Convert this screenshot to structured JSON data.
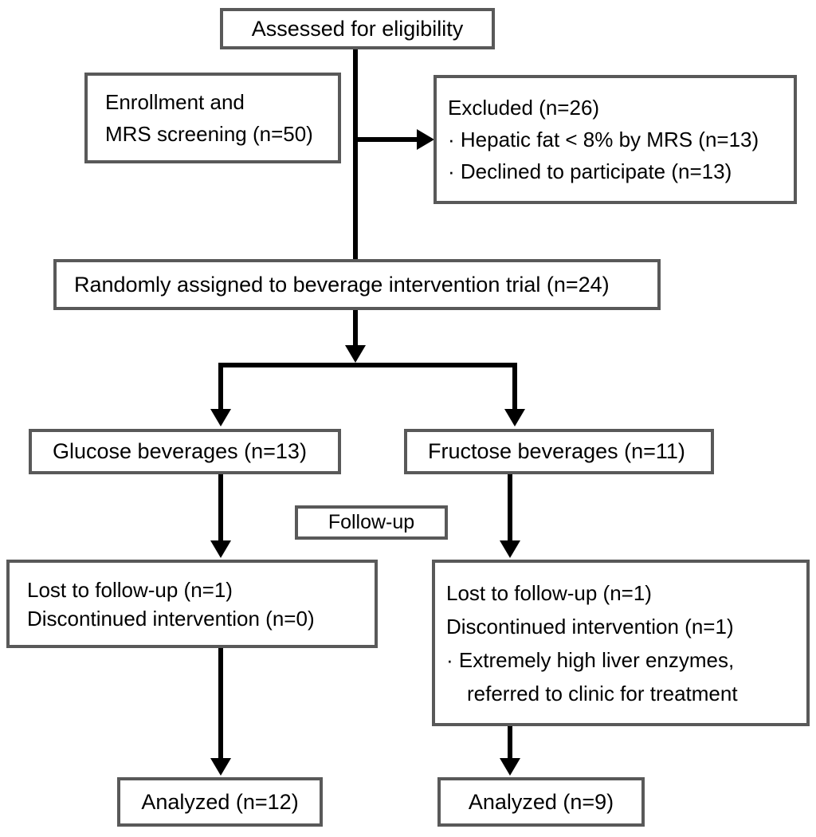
{
  "diagram": {
    "title": "CONSORT participant flow diagram",
    "border_color": "#595959",
    "line_color": "#000000",
    "background": "#ffffff",
    "boxes": {
      "assessed": {
        "line1": "Assessed for eligibility"
      },
      "enrollment": {
        "line1": "Enrollment and",
        "line2": "MRS screening (n=50)"
      },
      "excluded": {
        "line1": "Excluded (n=26)",
        "line2": "· Hepatic fat < 8% by MRS (n=13)",
        "line3": "· Declined to participate (n=13)"
      },
      "randomized": {
        "line1": "Randomly assigned to beverage intervention trial (n=24)"
      },
      "glucose": {
        "line1": "Glucose beverages (n=13)"
      },
      "fructose": {
        "line1": "Fructose beverages (n=11)"
      },
      "followup_label": {
        "line1": "Follow-up"
      },
      "lost_left": {
        "line1": "Lost to follow-up (n=1)",
        "line2": "Discontinued intervention (n=0)"
      },
      "lost_right": {
        "line1": "Lost to follow-up (n=1)",
        "line2": "Discontinued intervention (n=1)",
        "line3": "· Extremely high liver enzymes,",
        "line4": "referred to clinic for treatment"
      },
      "analyzed_left": {
        "line1": "Analyzed (n=12)"
      },
      "analyzed_right": {
        "line1": "Analyzed (n=9)"
      }
    }
  }
}
